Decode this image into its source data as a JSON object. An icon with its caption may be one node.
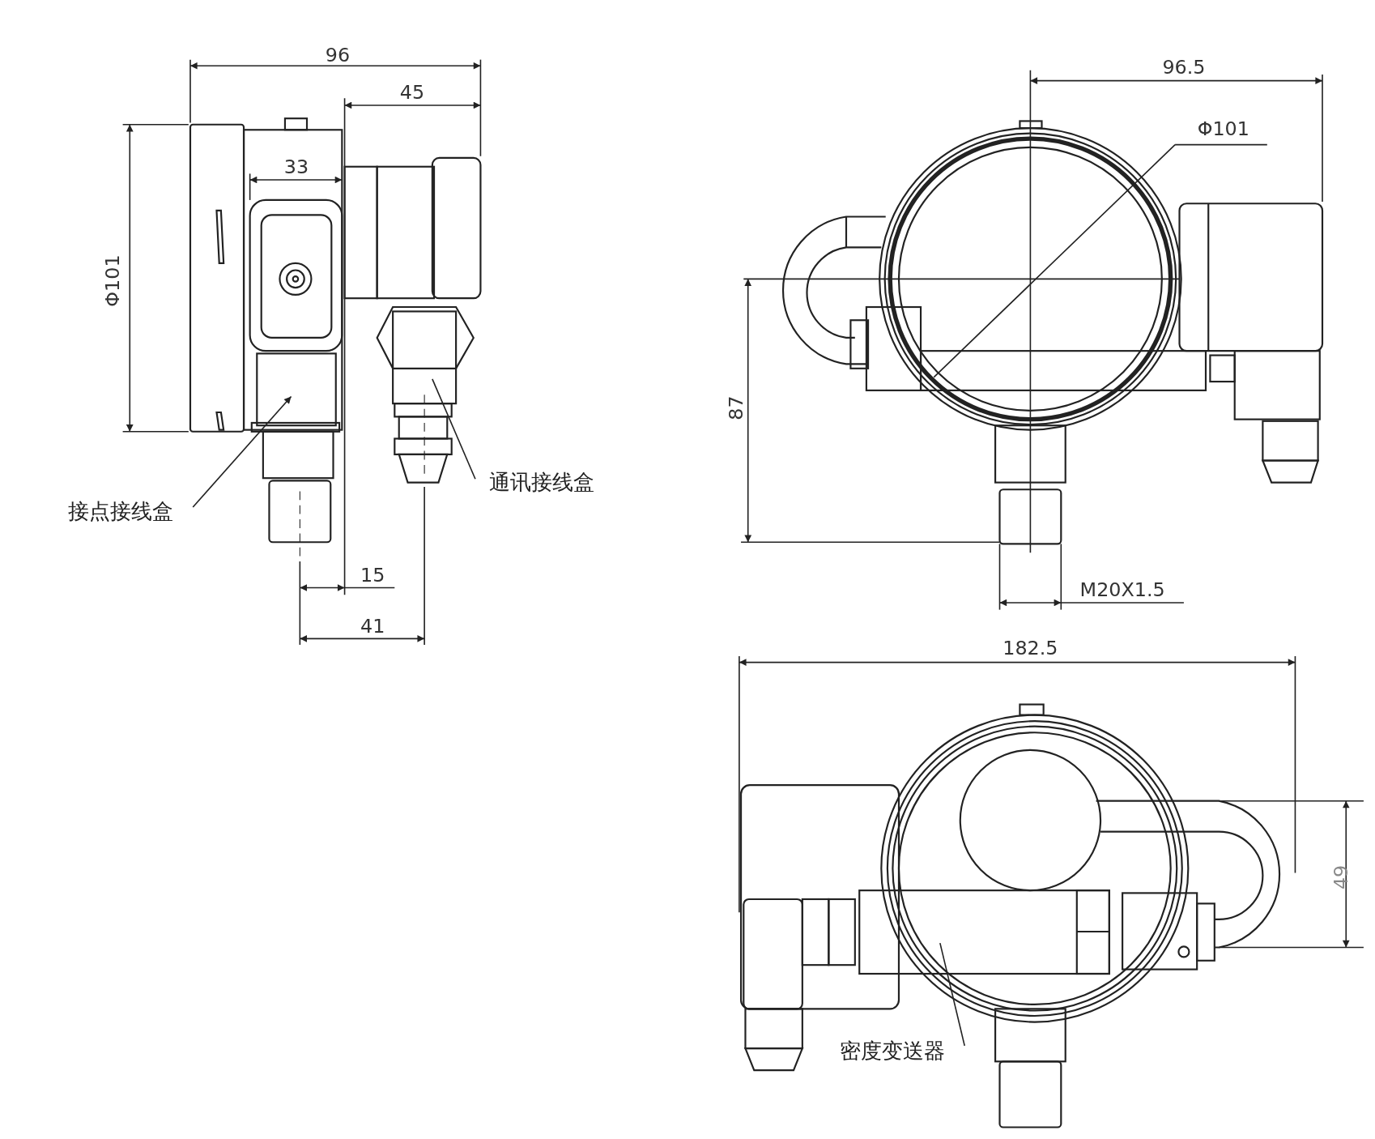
{
  "diagram": {
    "nodes": [
      {
        "text": [
          "接点接线盒"
        ]
      },
      {
        "text": [
          "通讯接线盒"
        ]
      },
      {
        "text": [
          "密度变送器"
        ]
      }
    ],
    "edges": [
      {
        "from": 0,
        "to": null,
        "arrow": "to"
      },
      {
        "from": 1,
        "to": null,
        "arrow": "none"
      },
      {
        "from": 2,
        "to": null,
        "arrow": "none"
      }
    ],
    "labels": [
      "96",
      "45",
      "96.5",
      "33",
      "Φ101",
      "Φ101",
      "87",
      "15",
      "M20X1.5",
      "41",
      "182.5",
      "49"
    ]
  }
}
